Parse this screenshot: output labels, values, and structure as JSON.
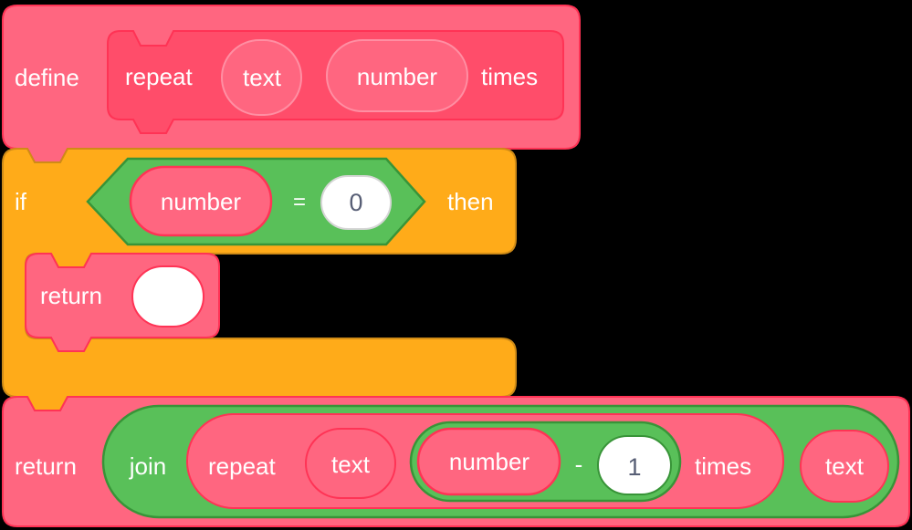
{
  "workspace": {
    "background": "#000000",
    "colors": {
      "pink_primary": "#FF6680",
      "pink_secondary": "#FF4D6A",
      "pink_border": "#FF3355",
      "param_border_light": "#FF8FA3",
      "orange": "#FFAB19",
      "orange_border": "#CF8B17",
      "green": "#59C059",
      "green_border": "#389438",
      "input_fill": "#FFFFFF",
      "input_border_gray": "#D6D6D6",
      "field_text": "#575E75",
      "label_text": "#FFFFFF"
    },
    "define_hat_block": {
      "keyword": "define",
      "prototype": {
        "opcode_label": "repeat",
        "param_text": "text",
        "param_number": "number",
        "suffix_label": "times"
      }
    },
    "if_block": {
      "label_if": "if",
      "label_then": "then",
      "condition": {
        "left_operand": "number",
        "operator": "=",
        "right_operand": "0"
      }
    },
    "return_empty_block": {
      "keyword": "return",
      "value": ""
    },
    "return_join_block": {
      "keyword": "return",
      "join_label": "join",
      "repeat_call": {
        "opcode_label": "repeat",
        "arg_text": "text",
        "subtraction": {
          "left_operand": "number",
          "operator": "-",
          "right_operand": "1"
        },
        "suffix_label": "times"
      },
      "join_second_arg": "text"
    }
  }
}
